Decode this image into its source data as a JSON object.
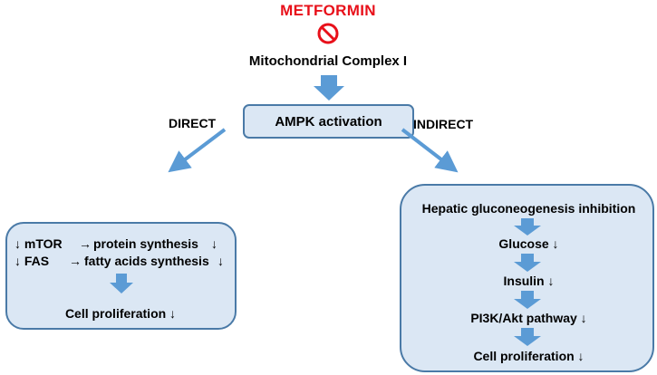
{
  "drug": {
    "name": "METFORMIN",
    "inhibit_symbol": "inhibition-icon",
    "target": "Mitochondrial Complex I"
  },
  "ampk": {
    "label": "AMPK activation"
  },
  "branches": {
    "direct_label": "DIRECT",
    "indirect_label": "INDIRECT"
  },
  "direct_box": {
    "line1": {
      "left": "↓ mTOR",
      "arrow": "→",
      "right": "protein synthesis",
      "end": "↓"
    },
    "line2": {
      "left": "↓ FAS",
      "arrow": "→",
      "right": "fatty acids synthesis",
      "end": "↓"
    },
    "result": "Cell proliferation ↓"
  },
  "indirect_box": {
    "steps": [
      "Hepatic gluconeogenesis inhibition",
      "Glucose ↓",
      "Insulin ↓",
      "PI3K/Akt pathway ↓",
      "Cell proliferation ↓"
    ]
  },
  "colors": {
    "drug": "#e8101a",
    "box_fill": "#dbe7f4",
    "box_border": "#4a7aa7",
    "arrow": "#5b9bd5"
  }
}
